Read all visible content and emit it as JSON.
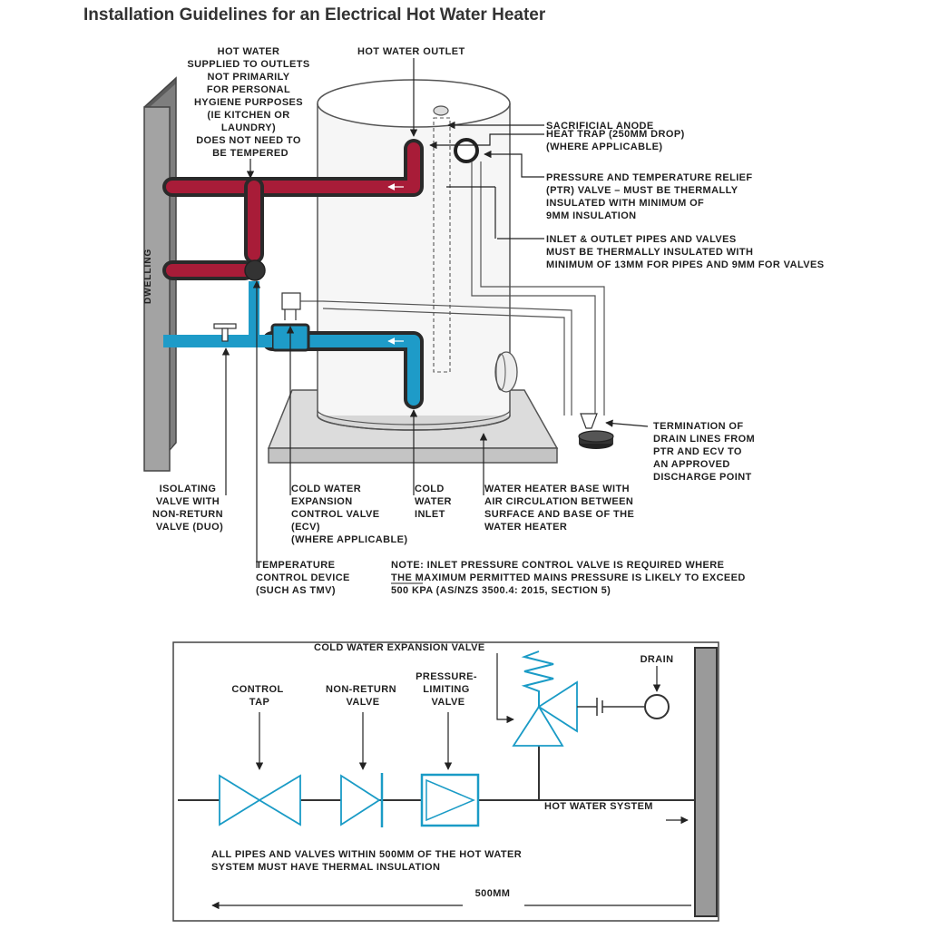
{
  "title": "Installation Guidelines for an Electrical Hot Water Heater",
  "dwelling_label": "DWELLING",
  "colors": {
    "hot": "#a81c38",
    "cold": "#1e9bc8",
    "pipe_outline": "#2a2a2a",
    "wall": "#9a9a9a",
    "valve_line": "#1a9bc6"
  },
  "top_labels": {
    "hot_water_supplied": [
      "HOT WATER",
      "SUPPLIED TO OUTLETS",
      "NOT PRIMARILY",
      "FOR PERSONAL",
      "HYGIENE PURPOSES",
      "(IE KITCHEN OR",
      "LAUNDRY)",
      "DOES NOT NEED TO",
      "BE TEMPERED"
    ],
    "hot_water_outlet": "HOT WATER OUTLET",
    "sacrificial_anode": "SACRIFICIAL ANODE",
    "heat_trap": [
      "HEAT TRAP (250MM DROP)",
      "(WHERE APPLICABLE)"
    ],
    "ptr_valve": [
      "PRESSURE AND TEMPERATURE RELIEF",
      "(PTR) VALVE – MUST BE THERMALLY",
      "INSULATED WITH MINIMUM OF",
      "9MM INSULATION"
    ],
    "inlet_outlet": [
      "INLET & OUTLET PIPES AND VALVES",
      "MUST BE THERMALLY INSULATED WITH",
      "MINIMUM OF 13MM FOR PIPES AND 9MM FOR VALVES"
    ],
    "termination": [
      "TERMINATION OF",
      "DRAIN LINES FROM",
      "PTR AND ECV TO",
      "AN APPROVED",
      "DISCHARGE POINT"
    ],
    "isolating_valve": [
      "ISOLATING",
      "VALVE WITH",
      "NON-RETURN",
      "VALVE (DUO)"
    ],
    "ecv": [
      "COLD WATER",
      "EXPANSION",
      "CONTROL VALVE",
      "(ECV)",
      "(WHERE APPLICABLE)"
    ],
    "cold_water_inlet": [
      "COLD",
      "WATER",
      "INLET"
    ],
    "base": [
      "WATER HEATER BASE WITH",
      "AIR CIRCULATION BETWEEN",
      "SURFACE AND BASE OF THE",
      "WATER HEATER"
    ],
    "temperature_control": [
      "TEMPERATURE",
      "CONTROL DEVICE",
      "(SUCH AS TMV)"
    ],
    "note": [
      "NOTE: INLET PRESSURE CONTROL VALVE IS REQUIRED WHERE",
      "THE MAXIMUM PERMITTED MAINS PRESSURE IS LIKELY TO EXCEED",
      "500 KPA (AS/NZS 3500.4: 2015, SECTION 5)"
    ]
  },
  "schematic": {
    "cold_water_expansion_valve": "COLD WATER EXPANSION VALVE",
    "drain": "DRAIN",
    "control_tap": [
      "CONTROL",
      "TAP"
    ],
    "non_return_valve": [
      "NON-RETURN",
      "VALVE"
    ],
    "pressure_limiting_valve": [
      "PRESSURE-",
      "LIMITING",
      "VALVE"
    ],
    "hot_water_system": "HOT WATER SYSTEM",
    "insulation_note": [
      "ALL PIPES AND VALVES WITHIN 500MM OF THE HOT WATER",
      "SYSTEM MUST HAVE THERMAL INSULATION"
    ],
    "distance": "500MM"
  }
}
